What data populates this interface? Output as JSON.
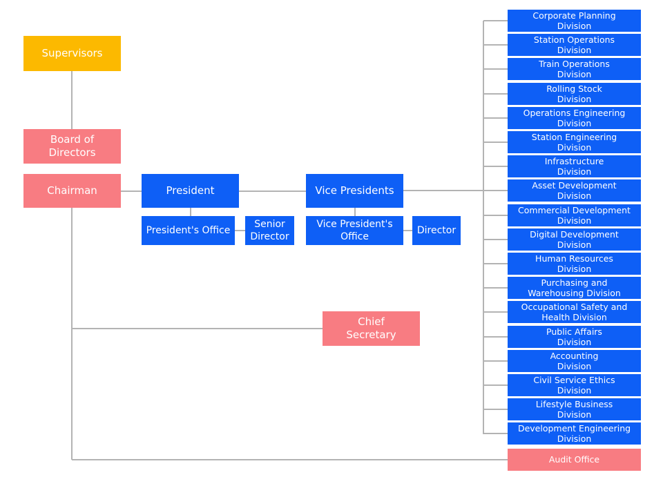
{
  "nodes": {
    "supervisors": "Supervisors",
    "board": "Board of\nDirectors",
    "chairman": "Chairman",
    "president": "President",
    "presidents_office": "President's Office",
    "senior_director": "Senior\nDirector",
    "vice_presidents": "Vice Presidents",
    "vp_office": "Vice President's\nOffice",
    "director": "Director",
    "chief_secretary": "Chief\nSecretary",
    "audit_office": "Audit Office"
  },
  "divisions": [
    "Corporate Planning\nDivision",
    "Station Operations\nDivision",
    "Train Operations\nDivision",
    "Rolling Stock\nDivision",
    "Operations Engineering\nDivision",
    "Station Engineering\nDivision",
    "Infrastructure\nDivision",
    "Asset Development\nDivision",
    "Commercial Development\nDivision",
    "Digital Development\nDivision",
    "Human Resources\nDivision",
    "Purchasing and\nWarehousing Division",
    "Occupational Safety and\nHealth Division",
    "Public Affairs\nDivision",
    "Accounting\nDivision",
    "Civil Service Ethics\nDivision",
    "Lifestyle Business\nDivision",
    "Development Engineering\nDivision"
  ],
  "colors": {
    "supervisor": "#fcb900",
    "board": "#f87c82",
    "executive": "#0e5ff6",
    "connector": "#b3b3b3"
  }
}
